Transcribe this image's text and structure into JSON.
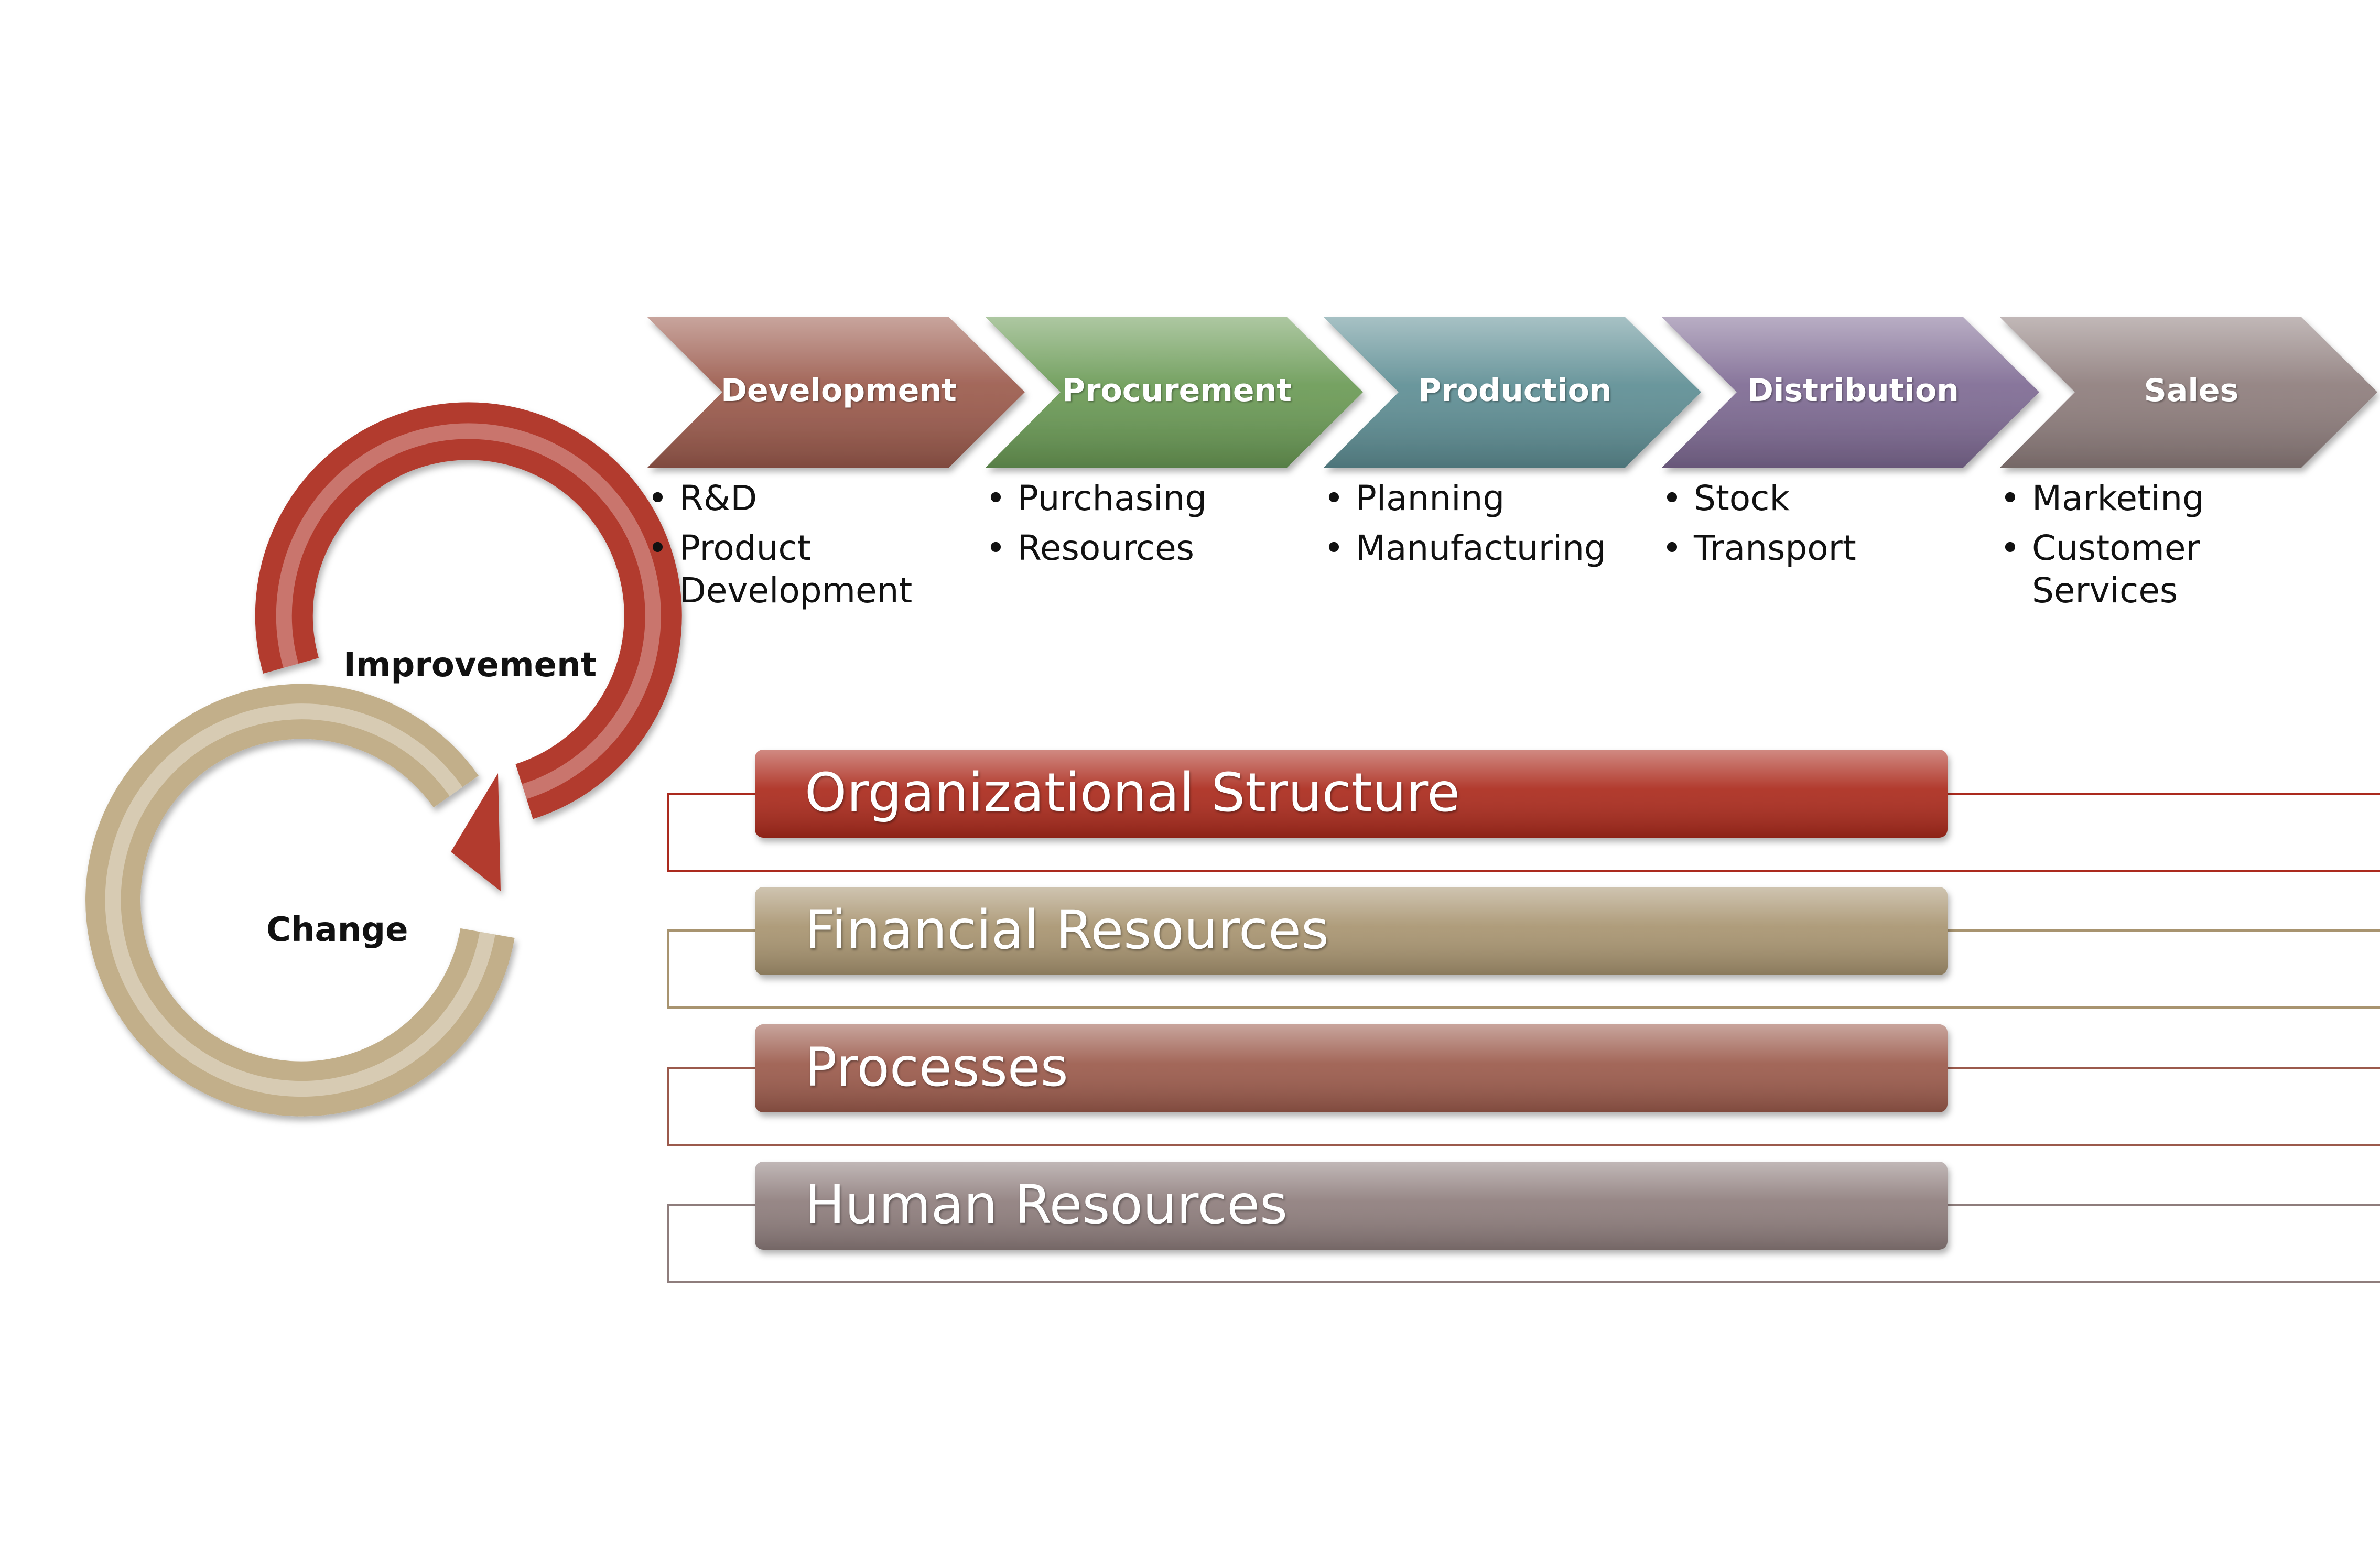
{
  "process_steps": [
    {
      "label": "Development",
      "color": "#9b5a4c",
      "items": [
        "R&D",
        "Product Development"
      ]
    },
    {
      "label": "Procurement",
      "color": "#6a9a55",
      "items": [
        "Purchasing",
        "Resources"
      ]
    },
    {
      "label": "Production",
      "color": "#5e8e94",
      "items": [
        "Planning",
        "Manufacturing"
      ]
    },
    {
      "label": "Distribution",
      "color": "#7e6a93",
      "items": [
        "Stock",
        "Transport"
      ]
    },
    {
      "label": "Sales",
      "color": "#8e7d7c",
      "items": [
        "Marketing",
        "Customer Services"
      ]
    }
  ],
  "cycle": {
    "improvement_label": "Improvement",
    "change_label": "Change",
    "improvement_color": "#b23a2e",
    "change_color": "#c2af8a"
  },
  "bars": [
    {
      "label": "Organizational Structure",
      "color": "#ab2a1e"
    },
    {
      "label": "Financial Resources",
      "color": "#a89470"
    },
    {
      "label": "Processes",
      "color": "#9b5a4c"
    },
    {
      "label": "Human Resources",
      "color": "#8e7d7c"
    }
  ]
}
